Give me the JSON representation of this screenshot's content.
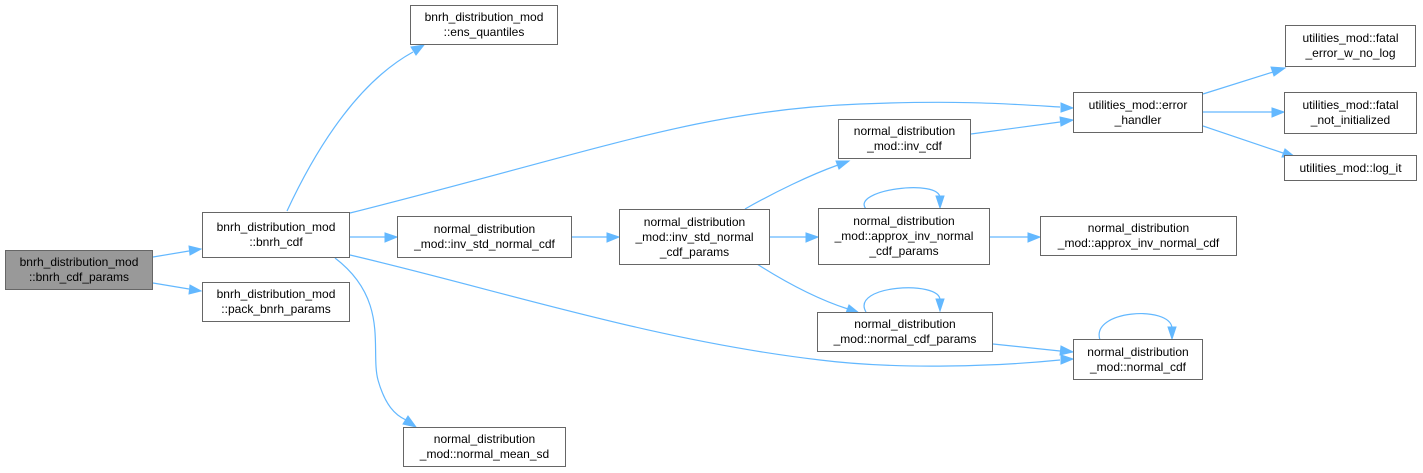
{
  "graph": {
    "nodes": {
      "bnrh_cdf_params": {
        "line1": "bnrh_distribution_mod",
        "line2": "::bnrh_cdf_params"
      },
      "bnrh_cdf": {
        "line1": "bnrh_distribution_mod",
        "line2": "::bnrh_cdf"
      },
      "pack_bnrh_params": {
        "line1": "bnrh_distribution_mod",
        "line2": "::pack_bnrh_params"
      },
      "ens_quantiles": {
        "line1": "bnrh_distribution_mod",
        "line2": "::ens_quantiles"
      },
      "inv_std_normal_cdf": {
        "line1": "normal_distribution",
        "line2": "_mod::inv_std_normal_cdf"
      },
      "normal_mean_sd": {
        "line1": "normal_distribution",
        "line2": "_mod::normal_mean_sd"
      },
      "inv_std_normal_cdf_params": {
        "line1": "normal_distribution",
        "line2": "_mod::inv_std_normal",
        "line3": "_cdf_params"
      },
      "inv_cdf": {
        "line1": "normal_distribution",
        "line2": "_mod::inv_cdf"
      },
      "approx_inv_normal_cdf_params": {
        "line1": "normal_distribution",
        "line2": "_mod::approx_inv_normal",
        "line3": "_cdf_params"
      },
      "normal_cdf_params": {
        "line1": "normal_distribution",
        "line2": "_mod::normal_cdf_params"
      },
      "approx_inv_normal_cdf": {
        "line1": "normal_distribution",
        "line2": "_mod::approx_inv_normal_cdf"
      },
      "error_handler": {
        "line1": "utilities_mod::error",
        "line2": "_handler"
      },
      "normal_cdf": {
        "line1": "normal_distribution",
        "line2": "_mod::normal_cdf"
      },
      "fatal_error_w_no_log": {
        "line1": "utilities_mod::fatal",
        "line2": "_error_w_no_log"
      },
      "fatal_not_initialized": {
        "line1": "utilities_mod::fatal",
        "line2": "_not_initialized"
      },
      "log_it": {
        "line1": "utilities_mod::log_it"
      }
    },
    "edges": [
      [
        "bnrh_cdf_params",
        "bnrh_cdf"
      ],
      [
        "bnrh_cdf_params",
        "pack_bnrh_params"
      ],
      [
        "bnrh_cdf",
        "ens_quantiles"
      ],
      [
        "bnrh_cdf",
        "error_handler"
      ],
      [
        "bnrh_cdf",
        "inv_std_normal_cdf"
      ],
      [
        "bnrh_cdf",
        "normal_cdf"
      ],
      [
        "bnrh_cdf",
        "normal_mean_sd"
      ],
      [
        "inv_std_normal_cdf",
        "inv_std_normal_cdf_params"
      ],
      [
        "inv_std_normal_cdf_params",
        "inv_cdf"
      ],
      [
        "inv_std_normal_cdf_params",
        "approx_inv_normal_cdf_params"
      ],
      [
        "inv_std_normal_cdf_params",
        "normal_cdf_params"
      ],
      [
        "inv_cdf",
        "error_handler"
      ],
      [
        "approx_inv_normal_cdf_params",
        "approx_inv_normal_cdf_params"
      ],
      [
        "approx_inv_normal_cdf_params",
        "approx_inv_normal_cdf"
      ],
      [
        "normal_cdf_params",
        "normal_cdf_params"
      ],
      [
        "normal_cdf_params",
        "normal_cdf"
      ],
      [
        "normal_cdf",
        "normal_cdf"
      ],
      [
        "error_handler",
        "fatal_error_w_no_log"
      ],
      [
        "error_handler",
        "fatal_not_initialized"
      ],
      [
        "error_handler",
        "log_it"
      ]
    ]
  }
}
